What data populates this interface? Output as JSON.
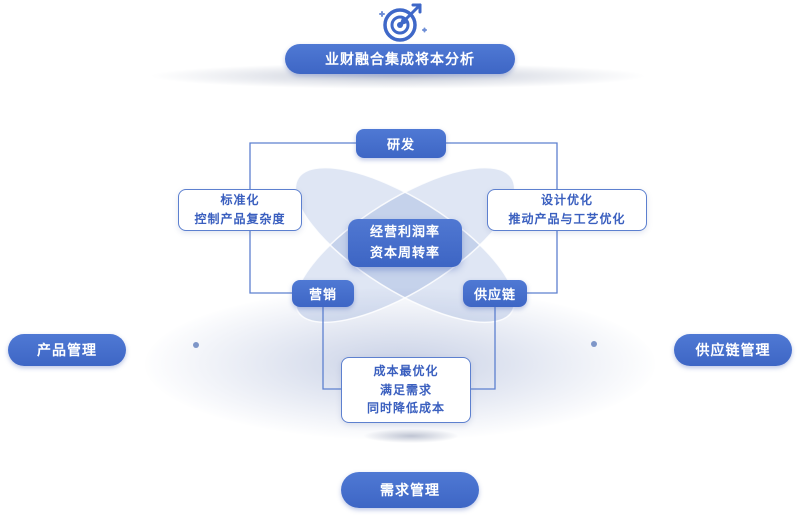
{
  "header": {
    "title": "业财融合集成将本分析",
    "icon": "target-icon"
  },
  "diagram": {
    "rd": {
      "label": "研发"
    },
    "left_box": {
      "lines": [
        "标准化",
        "控制产品复杂度"
      ]
    },
    "right_box": {
      "lines": [
        "设计优化",
        "推动产品与工艺优化"
      ]
    },
    "center_box": {
      "lines": [
        "经营利润率",
        "资本周转率"
      ]
    },
    "marketing": {
      "label": "营销"
    },
    "supply_chain": {
      "label": "供应链"
    },
    "bottom_box": {
      "lines": [
        "成本最优化",
        "满足需求",
        "同时降低成本"
      ]
    }
  },
  "side_labels": {
    "left": "产品管理",
    "right": "供应链管理",
    "bottom": "需求管理"
  },
  "colors": {
    "primary": "#4a72c9",
    "connector": "#5d80cf",
    "orbit": "rgba(93,128,200,0.22)",
    "box_text": "#3a5fbf"
  }
}
